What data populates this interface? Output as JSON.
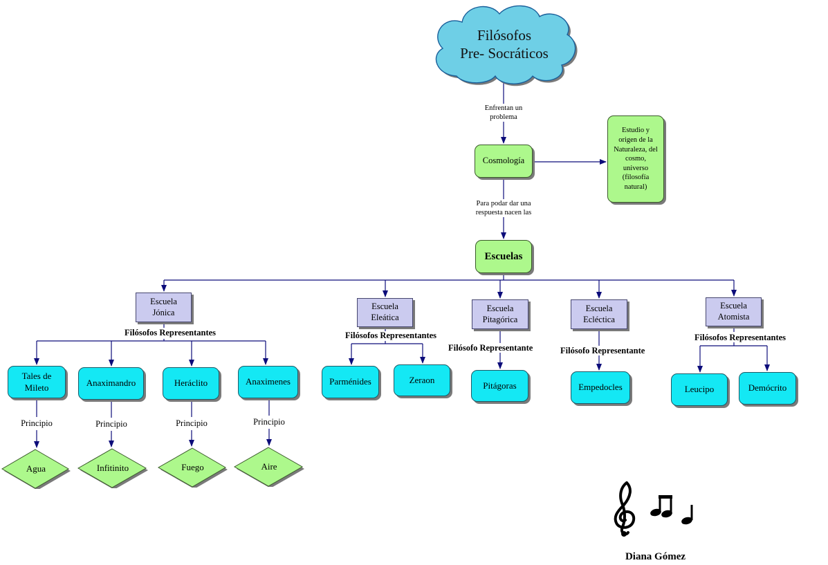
{
  "title": {
    "line1": "Filósofos",
    "line2": "Pre- Socráticos"
  },
  "links": {
    "enfrentan": {
      "line1": "Enfrentan un",
      "line2": "problema"
    },
    "para_poder": {
      "line1": "Para podar dar una",
      "line2": "respuesta nacen las"
    }
  },
  "cosmologia": "Cosmología",
  "naturaleza": [
    "Estudio y",
    "origen de la",
    "Naturaleza, del",
    "cosmo,",
    "universo",
    "(filosofía",
    "natural)"
  ],
  "escuelas": "Escuelas",
  "schools": {
    "jonica": {
      "line1": "Escuela",
      "line2": "Jónica",
      "rep": "Filósofos Representantes"
    },
    "eleatica": {
      "line1": "Escuela",
      "line2": "Eleática",
      "rep": "Filósofos Representantes"
    },
    "pitagorica": {
      "line1": "Escuela",
      "line2": "Pitagórica",
      "rep": "Filósofo Representante"
    },
    "eclectica": {
      "line1": "Escuela",
      "line2": "Ecléctica",
      "rep": "Filósofo Representante"
    },
    "atomista": {
      "line1": "Escuela",
      "line2": "Atomista",
      "rep": "Filósofos Representantes"
    }
  },
  "philosophers": {
    "tales": {
      "line1": "Tales de",
      "line2": "Mileto"
    },
    "anaximandro": "Anaximandro",
    "heraclito": "Heráclito",
    "anaximenes": "Anaximenes",
    "parmenides": "Parménides",
    "zeraon": "Zeraon",
    "pitagoras": "Pitágoras",
    "empedocles": "Empedocles",
    "leucipo": "Leucipo",
    "democrito": "Demócrito"
  },
  "principio_label": "Principio",
  "principles": {
    "agua": "Agua",
    "infinito": "Infitinito",
    "fuego": "Fuego",
    "aire": "Aire"
  },
  "author": "Diana Gómez",
  "colors": {
    "cloud": "#6ecfe6",
    "green_node": "#adf88c",
    "cyan_node": "#14e8f4",
    "school_node": "#cbcbef",
    "arrow": "#0c0c7a"
  },
  "icons": [
    "treble-clef-icon",
    "music-notes-icon"
  ]
}
